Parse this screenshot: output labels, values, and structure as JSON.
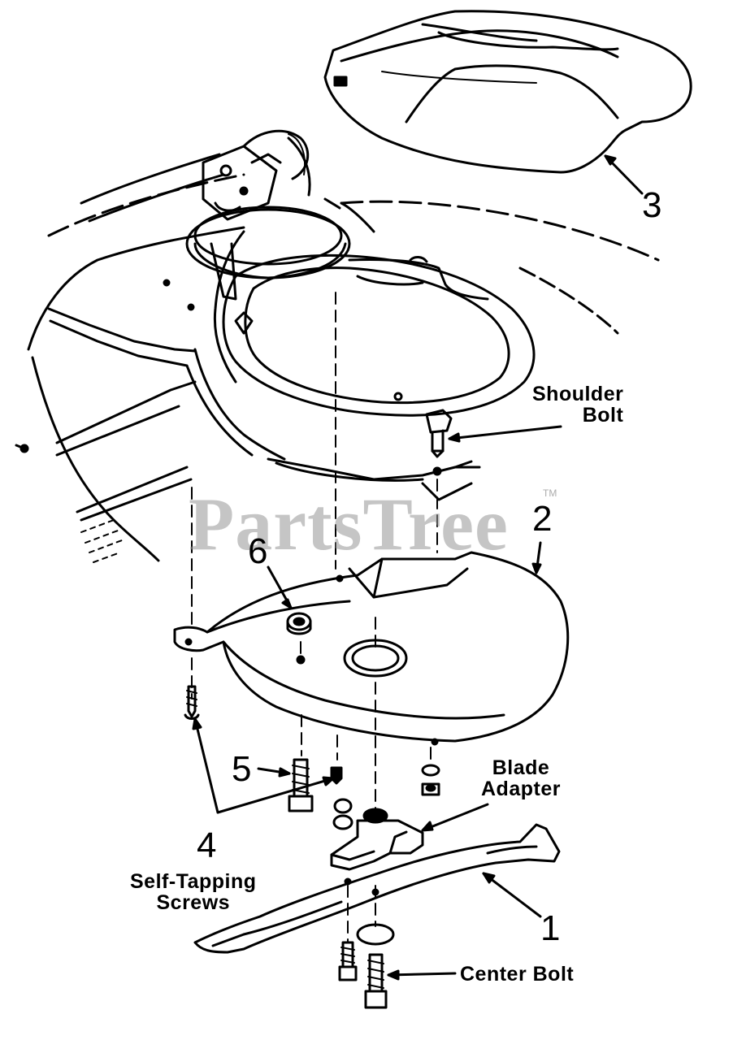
{
  "callouts": {
    "part_1": "1",
    "part_2": "2",
    "part_3": "3",
    "part_4": "4",
    "part_5": "5",
    "part_6": "6",
    "shoulder_bolt_line1": "Shoulder",
    "shoulder_bolt_line2": "Bolt",
    "blade_adapter_line1": "Blade",
    "blade_adapter_line2": "Adapter",
    "self_tapping_line1": "Self-Tapping",
    "self_tapping_line2": "Screws",
    "center_bolt": "Center Bolt"
  },
  "watermark": {
    "text": "PartsTree",
    "trademark": "TM"
  }
}
